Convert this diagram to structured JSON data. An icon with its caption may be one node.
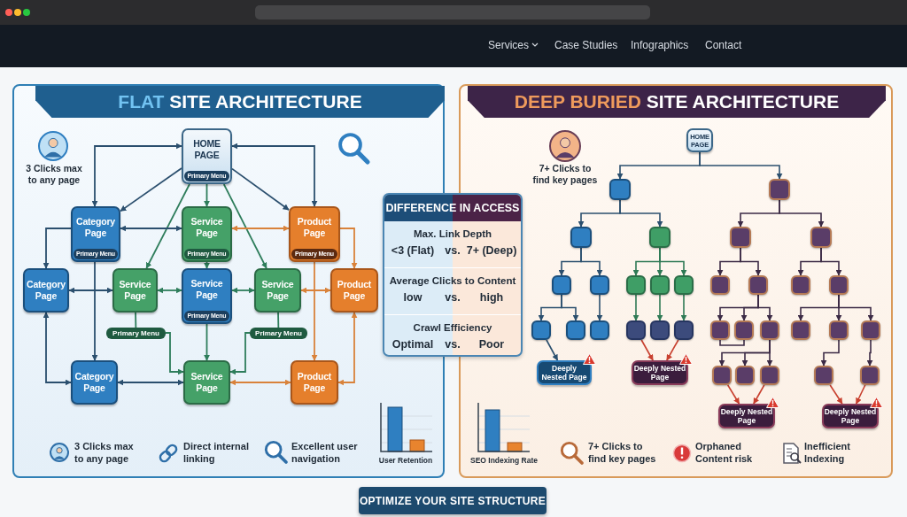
{
  "diagram": {
    "nodes": [
      {
        "text": [
          "**FLAT** SITE ARCHITECTURE"
        ]
      },
      {
        "text": [
          "HOME PAGE",
          "Primary Menu"
        ],
        "in": 0
      },
      {
        "text": [
          "Category Page",
          "Primary Menu"
        ],
        "in": 0
      },
      {
        "text": [
          "Service Page",
          "Primary Menu"
        ],
        "in": 0
      },
      {
        "text": [
          "Product Page",
          "Primary Menu"
        ],
        "in": 0
      },
      {
        "text": [
          "Category Page"
        ],
        "in": 0
      },
      {
        "text": [
          "Service Page"
        ],
        "in": 0
      },
      {
        "text": [
          "Service Page",
          "Primary Menu"
        ],
        "in": 0
      },
      {
        "text": [
          "Service Page"
        ],
        "in": 0
      },
      {
        "text": [
          "Product Page"
        ],
        "in": 0
      },
      {
        "text": [
          "Primary Menu"
        ],
        "in": 0
      },
      {
        "text": [
          "Primary Menu"
        ],
        "in": 0
      },
      {
        "text": [
          "Category Page"
        ],
        "in": 0
      },
      {
        "text": [
          "Service Page"
        ],
        "in": 0
      },
      {
        "text": [
          "Product Page"
        ],
        "in": 0
      },
      {
        "text": [
          "DIFFERENCE IN ACCESS",
          "Max. Link Depth",
          "<3 (Flat)",
          "vs.",
          "7+ (Deep)",
          "Average Clicks to Content",
          "low",
          "vs.",
          "high",
          "Crawl Efficiency",
          "Optimal",
          "vs.",
          "Poor"
        ]
      },
      {
        "text": [
          "**DEEP BURIED** SITE ARCHITECTURE"
        ]
      },
      {
        "text": [
          "HOME PAGE"
        ],
        "in": 16
      },
      {
        "text": [],
        "shape": "box",
        "in": 16
      },
      {
        "text": [],
        "shape": "box",
        "in": 16
      },
      {
        "text": [],
        "shape": "box",
        "in": 16
      },
      {
        "text": [],
        "shape": "box",
        "in": 16
      },
      {
        "text": [],
        "shape": "box",
        "in": 16
      },
      {
        "text": [],
        "shape": "box",
        "in": 16
      },
      {
        "text": [],
        "shape": "box",
        "in": 16
      },
      {
        "text": [],
        "shape": "box",
        "in": 16
      },
      {
        "text": [],
        "shape": "box",
        "in": 16
      },
      {
        "text": [],
        "shape": "box",
        "in": 16
      },
      {
        "text": [],
        "shape": "box",
        "in": 16
      },
      {
        "text": [],
        "shape": "box",
        "in": 16
      },
      {
        "text": [],
        "shape": "box",
        "in": 16
      },
      {
        "text": [],
        "shape": "box",
        "in": 16
      },
      {
        "text": [],
        "shape": "box",
        "in": 16
      },
      {
        "text": [],
        "shape": "box",
        "in": 16
      },
      {
        "text": [],
        "shape": "box",
        "in": 16
      },
      {
        "text": [],
        "shape": "box",
        "in": 16
      },
      {
        "text": [],
        "shape": "box",
        "in": 16
      },
      {
        "text": [],
        "shape": "box",
        "in": 16
      },
      {
        "text": [],
        "shape": "box",
        "in": 16
      },
      {
        "text": [],
        "shape": "box",
        "in": 16
      },
      {
        "text": [],
        "shape": "box",
        "in": 16
      },
      {
        "text": [],
        "shape": "box",
        "in": 16
      },
      {
        "text": [],
        "shape": "box",
        "in": 16
      },
      {
        "text": [],
        "shape": "box",
        "in": 16
      },
      {
        "text": [],
        "shape": "box",
        "in": 16
      },
      {
        "text": [],
        "shape": "box",
        "in": 16
      },
      {
        "text": [],
        "shape": "box",
        "in": 16
      },
      {
        "text": [],
        "shape": "box",
        "in": 16
      },
      {
        "text": [],
        "shape": "box",
        "in": 16
      },
      {
        "text": [],
        "shape": "box",
        "in": 16
      },
      {
        "text": [
          "Deeply Nested Page"
        ],
        "in": 16
      },
      {
        "text": [
          "Deeply Nested Page"
        ],
        "in": 16
      },
      {
        "text": [
          "Deeply Nested Page"
        ],
        "in": 16
      },
      {
        "text": [
          "Deeply Nested Page"
        ],
        "in": 16
      }
    ],
    "edges": [
      {
        "from": 1,
        "to": 2,
        "arrow": "both"
      },
      {
        "from": 1,
        "to": 2,
        "arrow": "to"
      },
      {
        "from": 1,
        "to": 4,
        "arrow": "both"
      },
      {
        "from": 1,
        "to": 4,
        "arrow": "to"
      },
      {
        "from": 1,
        "to": 3,
        "arrow": "to",
        "color": "#2e7d5b"
      },
      {
        "from": 1,
        "to": 6,
        "arrow": "to",
        "color": "#2e7d5b"
      },
      {
        "from": 1,
        "to": 8,
        "arrow": "to",
        "color": "#2e7d5b"
      },
      {
        "from": 2,
        "to": 3,
        "arrow": "both"
      },
      {
        "from": 3,
        "to": 4,
        "arrow": "both",
        "color": "#d9823a"
      },
      {
        "from": 2,
        "to": 5,
        "arrow": "to"
      },
      {
        "from": 2,
        "to": 12,
        "arrow": "to"
      },
      {
        "from": 3,
        "to": 7,
        "arrow": "to",
        "color": "#2e7d5b"
      },
      {
        "from": 4,
        "to": 9,
        "arrow": "to",
        "color": "#d9823a"
      },
      {
        "from": 4,
        "to": 14,
        "arrow": "to",
        "color": "#d9823a"
      },
      {
        "from": 5,
        "to": 6,
        "arrow": "both"
      },
      {
        "from": 6,
        "to": 7,
        "arrow": "both",
        "color": "#2e7d5b"
      },
      {
        "from": 7,
        "to": 8,
        "arrow": "both",
        "color": "#2e7d5b"
      },
      {
        "from": 8,
        "to": 9,
        "arrow": "both",
        "color": "#d9823a"
      },
      {
        "from": 5,
        "to": 12,
        "arrow": "both"
      },
      {
        "from": 6,
        "to": 10,
        "arrow": "none",
        "color": "#2e7d5b"
      },
      {
        "from": 10,
        "to": 13,
        "arrow": "to",
        "color": "#2e7d5b"
      },
      {
        "from": 8,
        "to": 11,
        "arrow": "none",
        "color": "#2e7d5b"
      },
      {
        "from": 11,
        "to": 13,
        "arrow": "to",
        "color": "#2e7d5b"
      },
      {
        "from": 7,
        "to": 13,
        "arrow": "to",
        "color": "#2e7d5b"
      },
      {
        "from": 12,
        "to": 13,
        "arrow": "both"
      },
      {
        "from": 13,
        "to": 14,
        "arrow": "both",
        "color": "#d9823a"
      },
      {
        "from": 14,
        "to": 9,
        "arrow": "both",
        "color": "#d9823a"
      },
      {
        "from": 17,
        "to": 18,
        "arrow": "to"
      },
      {
        "from": 17,
        "to": 19,
        "arrow": "to"
      },
      {
        "from": 18,
        "to": 20,
        "arrow": "to"
      },
      {
        "from": 18,
        "to": 21,
        "arrow": "to"
      },
      {
        "from": 19,
        "to": 22,
        "arrow": "to",
        "color": "#3b2a45"
      },
      {
        "from": 19,
        "to": 23,
        "arrow": "to",
        "color": "#3b2a45"
      },
      {
        "from": 20,
        "to": 24,
        "arrow": "to"
      },
      {
        "from": 20,
        "to": 25,
        "arrow": "to"
      },
      {
        "from": 21,
        "to": 26,
        "arrow": "to",
        "color": "#2f7a55"
      },
      {
        "from": 21,
        "to": 27,
        "arrow": "to",
        "color": "#2f7a55"
      },
      {
        "from": 21,
        "to": 28,
        "arrow": "to",
        "color": "#2f7a55"
      },
      {
        "from": 22,
        "to": 29,
        "arrow": "to",
        "color": "#3b2a45"
      },
      {
        "from": 22,
        "to": 30,
        "arrow": "to",
        "color": "#3b2a45"
      },
      {
        "from": 23,
        "to": 31,
        "arrow": "to",
        "color": "#3b2a45"
      },
      {
        "from": 23,
        "to": 32,
        "arrow": "to",
        "color": "#3b2a45"
      },
      {
        "from": 24,
        "to": 33,
        "arrow": "to"
      },
      {
        "from": 24,
        "to": 34,
        "arrow": "to"
      },
      {
        "from": 25,
        "to": 35,
        "arrow": "to"
      },
      {
        "from": 26,
        "to": 36,
        "arrow": "to",
        "color": "#2f7a55"
      },
      {
        "from": 27,
        "to": 37,
        "arrow": "to",
        "color": "#2f7a55"
      },
      {
        "from": 28,
        "to": 38,
        "arrow": "to",
        "color": "#2f7a55"
      },
      {
        "from": 30,
        "to": 39,
        "arrow": "to",
        "color": "#3b2a45"
      },
      {
        "from": 30,
        "to": 40,
        "arrow": "to",
        "color": "#3b2a45"
      },
      {
        "from": 30,
        "to": 41,
        "arrow": "to",
        "color": "#3b2a45"
      },
      {
        "from": 39,
        "to": 40,
        "arrow": "none",
        "color": "#3b2a45"
      },
      {
        "from": 32,
        "to": 42,
        "arrow": "to",
        "color": "#3b2a45"
      },
      {
        "from": 32,
        "to": 43,
        "arrow": "to",
        "color": "#3b2a45"
      },
      {
        "from": 32,
        "to": 44,
        "arrow": "to",
        "color": "#3b2a45"
      },
      {
        "from": 41,
        "to": 45,
        "arrow": "to",
        "color": "#3b2a45"
      },
      {
        "from": 41,
        "to": 46,
        "arrow": "to",
        "color": "#3b2a45"
      },
      {
        "from": 41,
        "to": 47,
        "arrow": "to",
        "color": "#3b2a45"
      },
      {
        "from": 43,
        "to": 48,
        "arrow": "to",
        "color": "#3b2a45"
      },
      {
        "from": 44,
        "to": 49,
        "arrow": "to",
        "color": "#3b2a45"
      },
      {
        "from": 33,
        "to": 50,
        "arrow": "to"
      },
      {
        "from": 36,
        "to": 51,
        "arrow": "to",
        "color": "#c8402f"
      },
      {
        "from": 38,
        "to": 51,
        "arrow": "to",
        "color": "#c8402f"
      },
      {
        "from": 45,
        "to": 52,
        "arrow": "to",
        "color": "#c8402f"
      },
      {
        "from": 47,
        "to": 52,
        "arrow": "to",
        "color": "#c8402f"
      },
      {
        "from": 48,
        "to": 53,
        "arrow": "to",
        "color": "#c8402f"
      },
      {
        "from": 49,
        "to": 53,
        "arrow": "to",
        "color": "#c8402f"
      }
    ],
    "labels": [
      "Services",
      "Case Studies",
      "Infographics",
      "Contact",
      "3 Clicks max to any page",
      "7+ Clicks to find key pages",
      "3 Clicks max to any page",
      "Direct internal linking",
      "Excellent user navigation",
      "User Retention",
      "SEO Indexing Rate",
      "7+ Clicks to find key pages",
      "Orphaned Content risk",
      "Inefficient Indexing",
      "OPTIMIZE YOUR SITE STRUCTURE"
    ]
  }
}
